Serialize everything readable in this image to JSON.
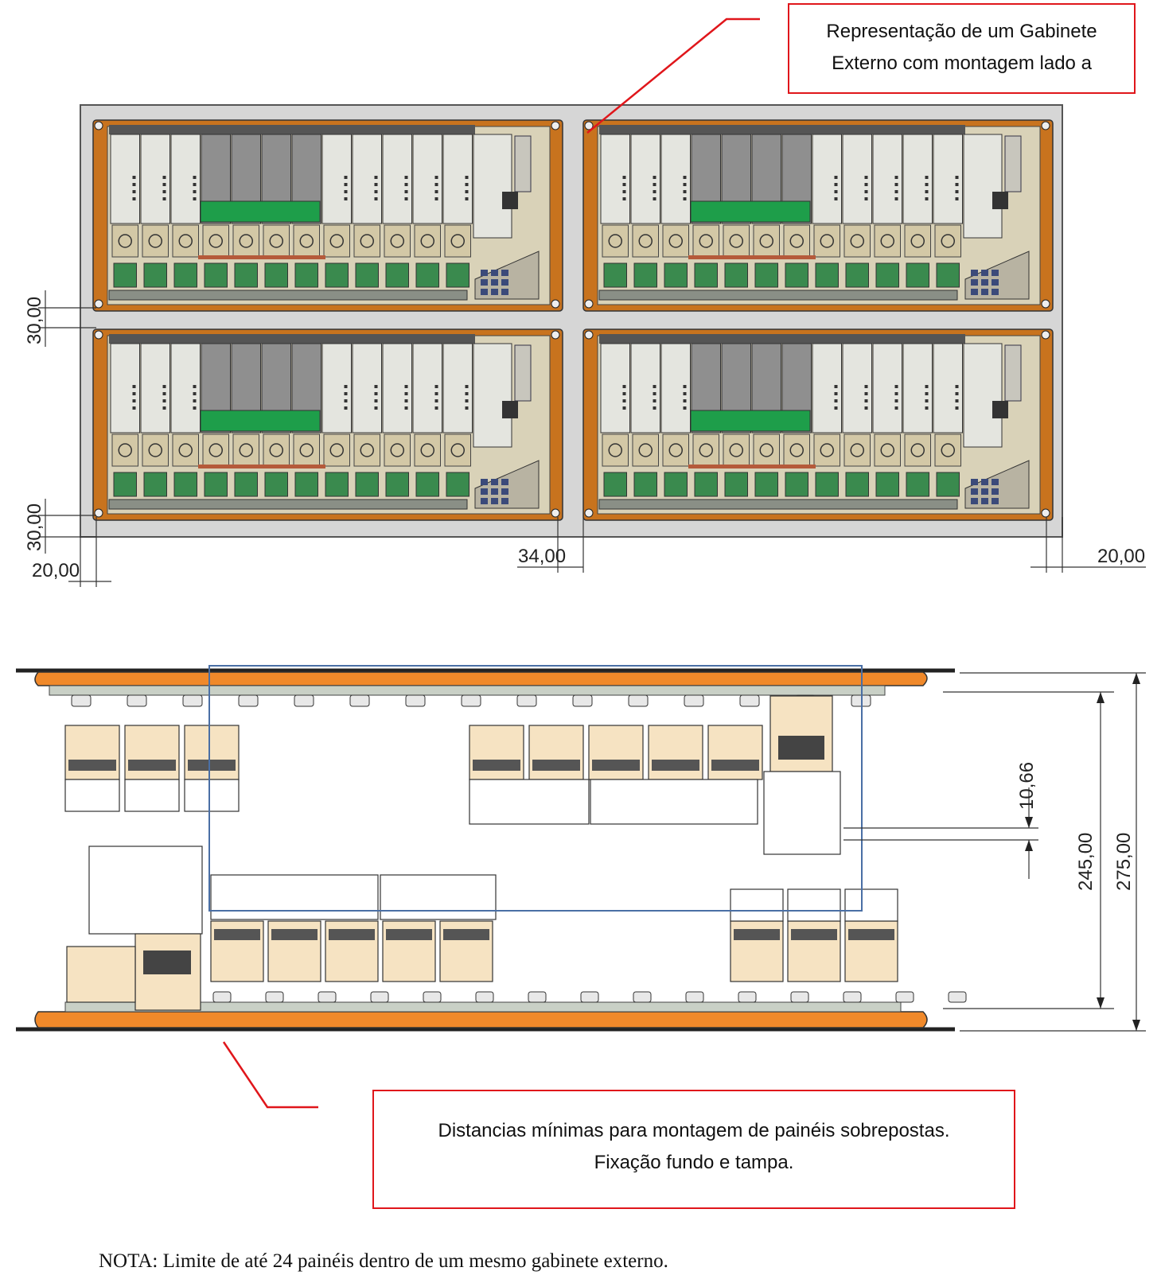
{
  "callouts": {
    "top": {
      "line1": "Representação de um Gabinete",
      "line2": "Externo com montagem lado a"
    },
    "bottom": {
      "line1": "Distancias mínimas para montagem de painéis sobrepostas.",
      "line2": "Fixação fundo e tampa."
    }
  },
  "dimensions": {
    "gap_top": "30,00",
    "gap_bottom": "30,00",
    "left_margin": "20,00",
    "center_gap": "34,00",
    "right_margin": "20,00",
    "min_clearance": "10,66",
    "panel_depth": "245,00",
    "total_depth": "275,00"
  },
  "note": "NOTA: Limite de até 24 painéis dentro de um mesmo gabinete externo.",
  "colors": {
    "callout_border": "#e0161b",
    "cabinet_bg": "#d6d6d6",
    "panel_frame": "#c8731e",
    "module_light": "#e4e5df",
    "module_dark": "#8f8f8f",
    "terminal_green": "#3a8a4e",
    "base_plate": "#f0892a",
    "block_cream": "#f6e3c2",
    "selection_box": "#4a6fa5"
  }
}
